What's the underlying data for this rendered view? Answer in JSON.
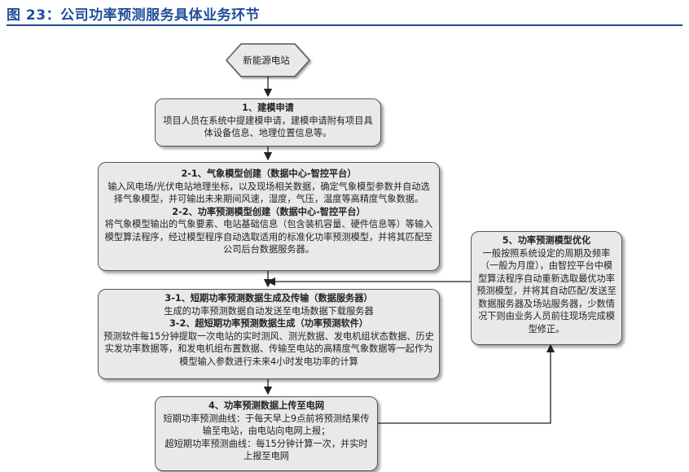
{
  "figure_title": "图 23：公司功率预测服务具体业务环节",
  "start_node": "新能源电站",
  "box1": {
    "heading": "1、建模申请",
    "text": "项目人员在系统中提建模申请，建模申请附有项目具体设备信息、地理位置信息等。"
  },
  "box2": {
    "heading_a": "2-1、气象模型创建（数据中心-智控平台）",
    "text_a": "输入风电场/光伏电站地理坐标，以及现场相关数据，确定气象模型参数并自动选择气象模型，并可输出未来期间风速，湿度，气压，温度等高精度气象数据。",
    "heading_b": "2-2、功率预测模型创建（数据中心-智控平台）",
    "text_b": "将气象模型输出的气象要素、电站基础信息（包含装机容量、硬件信息等）等输入模型算法程序，经过模型程序自动选取适用的标准化功率预测模型，并将其匹配至公司后台数据服务器。"
  },
  "box3": {
    "heading_a": "3-1、短期功率预测数据生成及传输（数据服务器）",
    "text_a": "生成的功率预测数据自动发送至电场数据下载服务器",
    "heading_b": "3-2、超短期功率预测数据生成（功率预测软件）",
    "text_b": "预测软件每15分钟提取一次电站的实时测风、测光数据、发电机组状态数据、历史实发功率数据等，和发电机组布置数据、传输至电站的高精度气象数据等一起作为模型输入参数进行未来4小时发电功率的计算"
  },
  "box4": {
    "heading": "4、功率预测数据上传至电网",
    "text_a": "短期功率预测曲线：于每天早上9点前将预测结果传输至电站，由电站向电网上报；",
    "text_b": "超短期功率预测曲线：每15分钟计算一次，并实时上报至电网"
  },
  "box5": {
    "heading": "5、功率预测模型优化",
    "text": "一般按照系统设定的周期及频率（一般为月度），由智控平台中模型算法程序自动重新选取最优功率预测模型，并将其自动匹配/发送至数据服务器及场站服务器，少数情况下则由业务人员前往现场完成模型修正。"
  }
}
